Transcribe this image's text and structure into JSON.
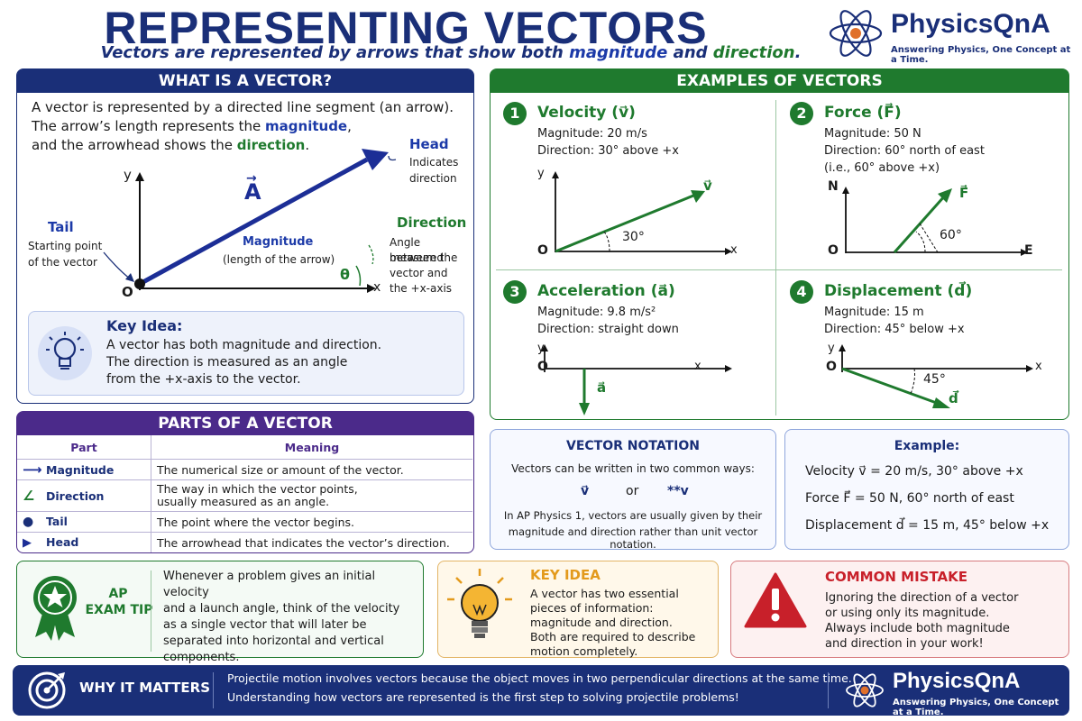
{
  "header": {
    "title": "REPRESENTING VECTORS",
    "subtitle_pre": "Vectors are represented by arrows that show both ",
    "subtitle_mag": "magnitude",
    "subtitle_mid": " and ",
    "subtitle_dir": "direction",
    "subtitle_end": "."
  },
  "brand": {
    "name": "PhysicsQnA",
    "tagline": "Answering Physics, One Concept at a Time."
  },
  "what": {
    "heading": "WHAT IS A VECTOR?",
    "line1": "A vector is represented by a directed line segment (an arrow).",
    "line2_pre": "The arrow’s length represents the ",
    "line2_hl": "magnitude",
    "line2_end": ",",
    "line3_pre": "and the arrowhead shows the ",
    "line3_hl": "direction",
    "line3_end": ".",
    "diagram": {
      "axis_y": "y",
      "axis_x": "x",
      "origin": "O",
      "vector_label": "A",
      "head_label": "Head",
      "head_desc1": "Indicates",
      "head_desc2": "direction",
      "tail_label": "Tail",
      "tail_desc1": "Starting point",
      "tail_desc2": "of the vector",
      "mag_label": "Magnitude",
      "mag_desc": "(length of the arrow)",
      "dir_label": "Direction",
      "dir_desc1": "Angle measured",
      "dir_desc2": "between the",
      "dir_desc3": "vector and",
      "dir_desc4": "the +x-axis",
      "theta": "θ"
    },
    "key_title": "Key Idea:",
    "key_line1": "A vector has both magnitude and direction.",
    "key_line2": "The direction is measured as an angle",
    "key_line3": "from the +x-axis to the vector."
  },
  "parts": {
    "heading": "PARTS OF A VECTOR",
    "col_part": "Part",
    "col_meaning": "Meaning",
    "rows": [
      {
        "part": "Magnitude",
        "meaning1": "The numerical size or amount of the vector.",
        "meaning2": ""
      },
      {
        "part": "Direction",
        "meaning1": "The way in which the vector points,",
        "meaning2": "usually measured as an angle."
      },
      {
        "part": "Tail",
        "meaning1": "The point where the vector begins.",
        "meaning2": ""
      },
      {
        "part": "Head",
        "meaning1": "The arrowhead that indicates the vector’s direction.",
        "meaning2": ""
      }
    ]
  },
  "examples": {
    "heading": "EXAMPLES OF VECTORS",
    "items": [
      {
        "num": "1",
        "title": "Velocity (v⃗)",
        "mag": "Magnitude:  20 m/s",
        "dir": "Direction:  30° above +x",
        "extra": "",
        "axis_y": "y",
        "axis_x": "x",
        "origin": "O",
        "vec": "v⃗",
        "angle": "30°"
      },
      {
        "num": "2",
        "title": "Force (F⃗)",
        "mag": "Magnitude:  50 N",
        "dir": "Direction:  60° north of east",
        "extra": "(i.e., 60° above +x)",
        "axis_y": "N",
        "axis_x": "E",
        "origin": "O",
        "vec": "F⃗",
        "angle": "60°"
      },
      {
        "num": "3",
        "title": "Acceleration (a⃗)",
        "mag": "Magnitude:  9.8 m/s²",
        "dir": "Direction:  straight down",
        "extra": "",
        "axis_y": "y",
        "axis_x": "x",
        "origin": "O",
        "vec": "a⃗",
        "angle": ""
      },
      {
        "num": "4",
        "title": "Displacement (d⃗)",
        "mag": "Magnitude:  15 m",
        "dir": "Direction:  45° below +x",
        "extra": "",
        "axis_y": "y",
        "axis_x": "x",
        "origin": "O",
        "vec": "d⃗",
        "angle": "45°"
      }
    ]
  },
  "notation": {
    "heading": "VECTOR NOTATION",
    "line1": "Vectors can be written in two common ways:",
    "form1": "v⃗",
    "or": "or",
    "form2": "**v",
    "line2": "In AP Physics 1, vectors are usually given by their",
    "line3": "magnitude and direction rather than unit vector notation."
  },
  "example_box": {
    "heading": "Example:",
    "line1": "Velocity v⃗ = 20 m/s, 30° above +x",
    "line2": "Force F⃗ = 50 N, 60° north of east",
    "line3": "Displacement d⃗ = 15 m, 45° below +x"
  },
  "ap_tip": {
    "title1": "AP",
    "title2": "EXAM TIP",
    "lines": [
      "Whenever a problem gives an initial velocity",
      "and a launch angle, think of the velocity",
      "as a single vector that will later be",
      "separated into horizontal and vertical",
      "components."
    ]
  },
  "key_idea2": {
    "title": "KEY IDEA",
    "lines": [
      "A vector has two essential",
      "pieces of information:",
      "magnitude and direction.",
      "Both are required to describe",
      "motion completely."
    ]
  },
  "mistake": {
    "title": "COMMON MISTAKE",
    "lines": [
      "Ignoring the direction of a vector",
      "or using only its magnitude.",
      "Always include both magnitude",
      "and direction in your work!"
    ]
  },
  "footer": {
    "label": "WHY IT MATTERS",
    "line1": "Projectile motion involves vectors because the object moves in two perpendicular directions at the same time.",
    "line2": "Understanding how vectors are represented is the first step to solving projectile problems!"
  },
  "colors": {
    "navy": "#1a2f78",
    "green": "#1f7a2e",
    "purple": "#4b2a8a",
    "orange": "#e39a1c",
    "red": "#c8202a"
  }
}
